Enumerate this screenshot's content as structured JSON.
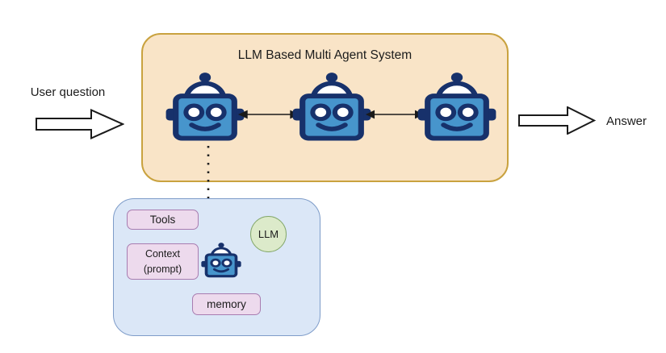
{
  "colors": {
    "page-bg": "#ffffff",
    "system-box-fill": "#F9E4C7",
    "system-box-border": "#C9A23F",
    "detail-box-fill": "#DBE7F7",
    "detail-box-border": "#7E9CC9",
    "pill-fill": "#EDDAED",
    "pill-border": "#A87CB0",
    "llm-circle-fill": "#DCEACA",
    "llm-circle-border": "#84A86B",
    "robot-body": "#4795CC",
    "robot-outline": "#17316B",
    "arrow-stroke": "#1a1a1a",
    "text-color": "#1c1c1c"
  },
  "flow": {
    "input_label": "User question",
    "output_label": "Answer"
  },
  "system_box": {
    "title": "LLM Based Multi Agent System",
    "agent_icons": [
      "robot-agent-1-icon",
      "robot-agent-2-icon",
      "robot-agent-3-icon"
    ],
    "connector_icons": [
      "double-arrow-icon",
      "double-arrow-icon"
    ]
  },
  "detail_box": {
    "tools_label": "Tools",
    "context_label_line1": "Context",
    "context_label_line2": "(prompt)",
    "llm_label": "LLM",
    "memory_label": "memory",
    "robot_icon": "robot-agent-detail-icon"
  }
}
